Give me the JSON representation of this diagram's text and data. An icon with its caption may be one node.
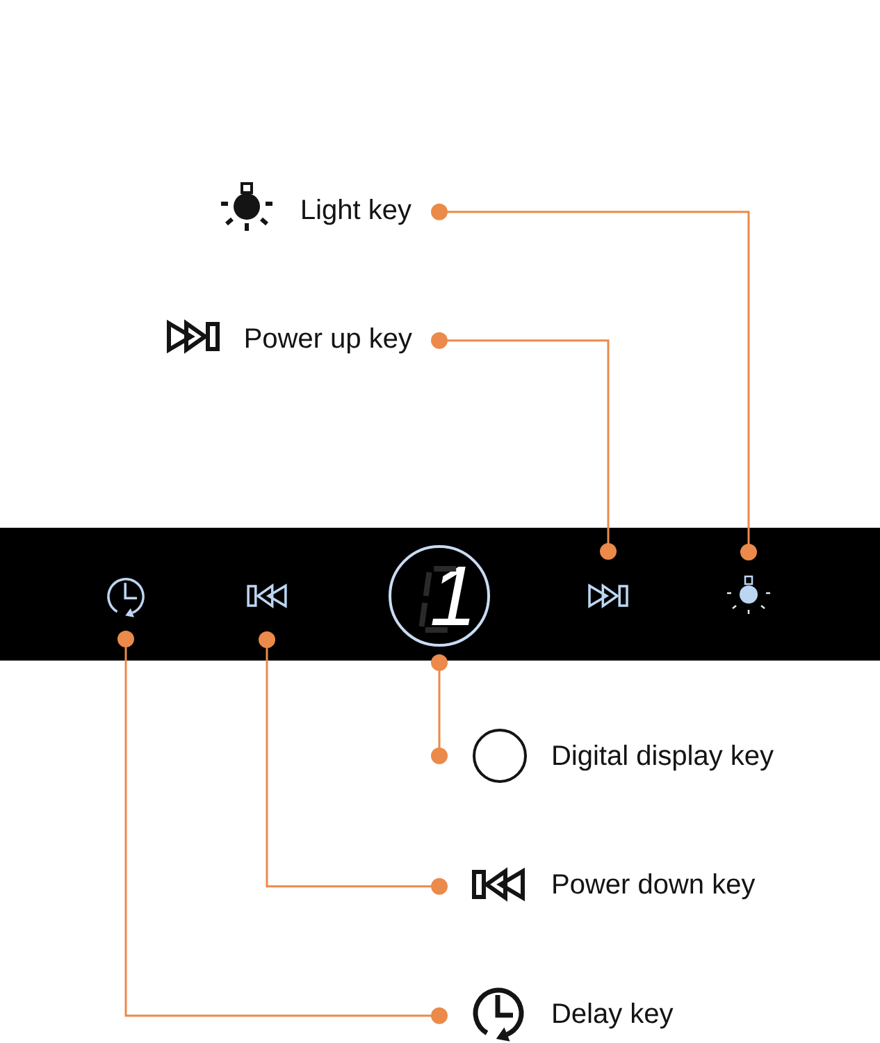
{
  "diagram": {
    "nodes": [
      {
        "text": [
          "Light key"
        ]
      },
      {
        "text": [
          "Power up key"
        ]
      },
      {
        "text": [],
        "shape": "bar"
      },
      {
        "text": [],
        "shape": "picture",
        "in": 2
      },
      {
        "text": [],
        "shape": "picture",
        "in": 2
      },
      {
        "text": [
          "1"
        ],
        "in": 2
      },
      {
        "text": [],
        "shape": "picture",
        "in": 2
      },
      {
        "text": [],
        "shape": "picture",
        "in": 2
      },
      {
        "text": [
          "Digital display key"
        ]
      },
      {
        "text": [
          "Power down key"
        ]
      },
      {
        "text": [
          "Delay key"
        ]
      }
    ],
    "edges": [
      {
        "from": 0,
        "to": 7,
        "arrow": "other"
      },
      {
        "from": 1,
        "to": 6,
        "arrow": "other"
      },
      {
        "from": 8,
        "to": 5,
        "arrow": "other"
      },
      {
        "from": 9,
        "to": 4,
        "arrow": "other"
      },
      {
        "from": 10,
        "to": 3,
        "arrow": "other"
      }
    ]
  }
}
